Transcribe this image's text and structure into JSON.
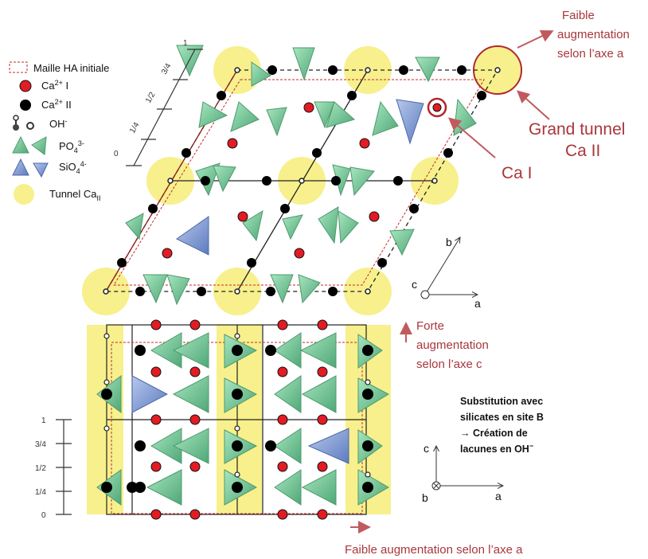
{
  "legend": {
    "maille": "Maille HA initiale",
    "ca1_base": "Ca",
    "ca1_sup": "2+",
    "ca1_suffix": " I",
    "ca2_base": "Ca",
    "ca2_sup": "2+",
    "ca2_suffix": " II",
    "oh_base": "OH",
    "oh_sup": "-",
    "po4_base": "PO",
    "po4_sub": "4",
    "po4_sup": "3-",
    "sio4_base": "SiO",
    "sio4_sub": "4",
    "sio4_sup": "4-",
    "tunnel_base": "Tunnel Ca",
    "tunnel_sub": "II"
  },
  "scale_top": [
    "1",
    "3/4",
    "1/2",
    "1/4",
    "0"
  ],
  "scale_bottom": [
    "1",
    "3/4",
    "1/2",
    "1/4",
    "0"
  ],
  "annotations": {
    "faible_a_top_1": "Faible",
    "faible_a_top_2": "augmentation",
    "faible_a_top_3": "selon l’axe a",
    "grand_tunnel_1": "Grand tunnel",
    "grand_tunnel_2": "Ca II",
    "ca1": "Ca I",
    "forte_c_1": "Forte",
    "forte_c_2": "augmentation",
    "forte_c_3": "selon l’axe c",
    "faible_a_bottom": "Faible augmentation selon l’axe a"
  },
  "substitution_note": {
    "line1": "Substitution avec",
    "line2": "silicates en site B",
    "line3": "→ Création de",
    "line4": "lacunes en OH",
    "line4_sup": "−"
  },
  "axes_top": {
    "b": "b",
    "c": "c",
    "a": "a"
  },
  "axes_bottom": {
    "c": "c",
    "b": "b",
    "a": "a"
  },
  "colors": {
    "tunnel": "#f7f08c",
    "ca1": "#e31b23",
    "ca2": "#000000",
    "po4": "#7ccf9e",
    "sio4": "#7f99cc",
    "annotation": "#a8373b"
  }
}
